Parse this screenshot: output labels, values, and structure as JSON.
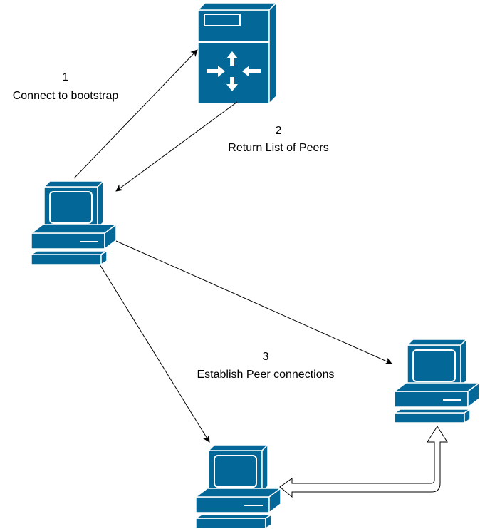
{
  "diagram": {
    "colors": {
      "device_fill": "#036897",
      "device_stroke": "#ffffff",
      "line": "#000000"
    },
    "nodes": [
      {
        "id": "bootstrap",
        "icon": "server-icon"
      },
      {
        "id": "client",
        "icon": "computer-icon"
      },
      {
        "id": "peer-right",
        "icon": "computer-icon"
      },
      {
        "id": "peer-bottom",
        "icon": "computer-icon"
      }
    ],
    "steps": [
      {
        "number": "1",
        "text": "Connect to bootstrap"
      },
      {
        "number": "2",
        "text": "Return List of Peers"
      },
      {
        "number": "3",
        "text": "Establish Peer connections"
      }
    ]
  }
}
